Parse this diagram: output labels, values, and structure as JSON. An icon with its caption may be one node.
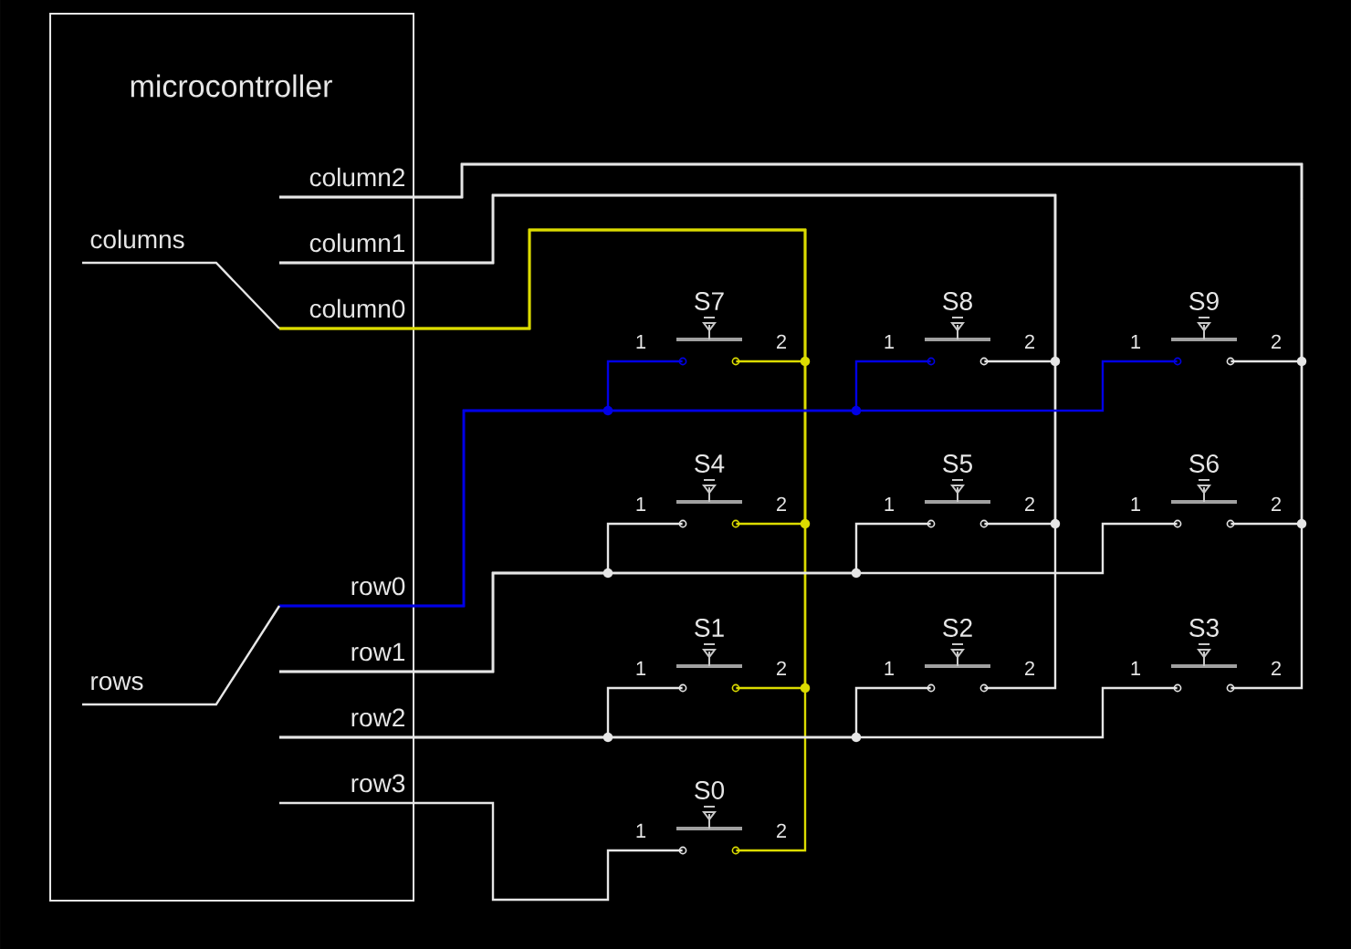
{
  "diagram": {
    "nodes": [
      {
        "text": [
          "microcontroller"
        ]
      },
      {
        "text": [
          "column2"
        ],
        "in": 0
      },
      {
        "text": [
          "column1"
        ],
        "in": 0
      },
      {
        "text": [
          "columns"
        ],
        "in": 0
      },
      {
        "text": [
          "column0"
        ],
        "in": 0
      },
      {
        "text": [
          "row0"
        ],
        "in": 0
      },
      {
        "text": [
          "row1"
        ],
        "in": 0
      },
      {
        "text": [
          "rows"
        ],
        "in": 0
      },
      {
        "text": [
          "row2"
        ],
        "in": 0
      },
      {
        "text": [
          "row3"
        ],
        "in": 0
      },
      {
        "text": [
          "S7"
        ],
        "beside": [
          "1",
          "2"
        ]
      },
      {
        "text": [
          "S8"
        ],
        "beside": [
          "1",
          "2"
        ]
      },
      {
        "text": [
          "S9"
        ],
        "beside": [
          "1",
          "2"
        ]
      },
      {
        "text": [
          "S4"
        ],
        "beside": [
          "1",
          "2"
        ]
      },
      {
        "text": [
          "S5"
        ],
        "beside": [
          "1",
          "2"
        ]
      },
      {
        "text": [
          "S6"
        ],
        "beside": [
          "1",
          "2"
        ]
      },
      {
        "text": [
          "S1"
        ],
        "beside": [
          "1",
          "2"
        ]
      },
      {
        "text": [
          "S2"
        ],
        "beside": [
          "1",
          "2"
        ]
      },
      {
        "text": [
          "S3"
        ],
        "beside": [
          "1",
          "2"
        ]
      },
      {
        "text": [
          "S0"
        ],
        "beside": [
          "1",
          "2"
        ]
      }
    ],
    "edges": [
      {
        "from": 4,
        "to": 10,
        "arrow": "none",
        "color": "#dcdc00"
      },
      {
        "from": 4,
        "to": 13,
        "arrow": "none",
        "color": "#dcdc00"
      },
      {
        "from": 4,
        "to": 16,
        "arrow": "none",
        "color": "#dcdc00"
      },
      {
        "from": 4,
        "to": 19,
        "arrow": "none",
        "color": "#dcdc00"
      },
      {
        "from": 2,
        "to": 11,
        "arrow": "none"
      },
      {
        "from": 2,
        "to": 14,
        "arrow": "none"
      },
      {
        "from": 2,
        "to": 17,
        "arrow": "none"
      },
      {
        "from": 1,
        "to": 12,
        "arrow": "none"
      },
      {
        "from": 1,
        "to": 15,
        "arrow": "none"
      },
      {
        "from": 1,
        "to": 18,
        "arrow": "none"
      },
      {
        "from": 5,
        "to": 10,
        "arrow": "none",
        "color": "#0000e6"
      },
      {
        "from": 5,
        "to": 11,
        "arrow": "none",
        "color": "#0000e6"
      },
      {
        "from": 5,
        "to": 12,
        "arrow": "none",
        "color": "#0000e6"
      },
      {
        "from": 6,
        "to": 13,
        "arrow": "none"
      },
      {
        "from": 6,
        "to": 14,
        "arrow": "none"
      },
      {
        "from": 6,
        "to": 15,
        "arrow": "none"
      },
      {
        "from": 8,
        "to": 16,
        "arrow": "none"
      },
      {
        "from": 8,
        "to": 17,
        "arrow": "none"
      },
      {
        "from": 8,
        "to": 18,
        "arrow": "none"
      },
      {
        "from": 9,
        "to": 19,
        "arrow": "none"
      },
      {
        "from": 3,
        "to": 4,
        "arrow": "none"
      },
      {
        "from": 7,
        "to": 5,
        "arrow": "none"
      }
    ]
  }
}
